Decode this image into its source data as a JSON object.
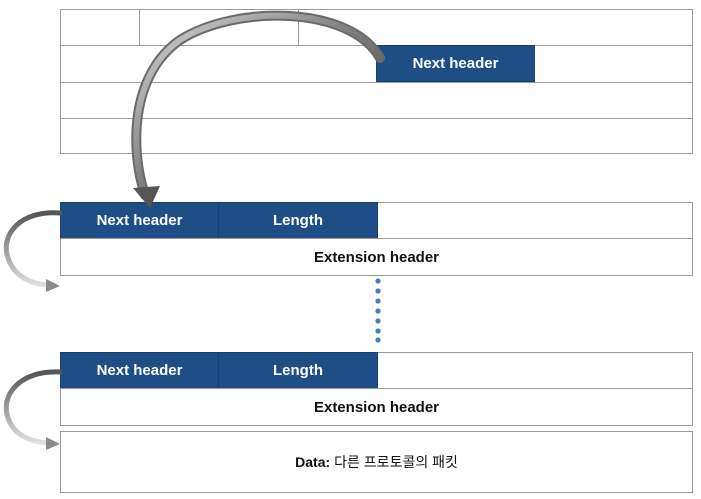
{
  "ipv6_header": {
    "next_header_label": "Next header"
  },
  "extension_1": {
    "next_header_label": "Next header",
    "length_label": "Length",
    "title": "Extension header"
  },
  "extension_2": {
    "next_header_label": "Next header",
    "length_label": "Length",
    "title": "Extension header"
  },
  "payload": {
    "prefix": "Data:",
    "text": "다른 프로토콜의 패킷"
  },
  "colors": {
    "field_fill": "#1f4e86",
    "border": "#9a9a9a",
    "dots": "#4a7bbf",
    "arrow": "#555555"
  }
}
